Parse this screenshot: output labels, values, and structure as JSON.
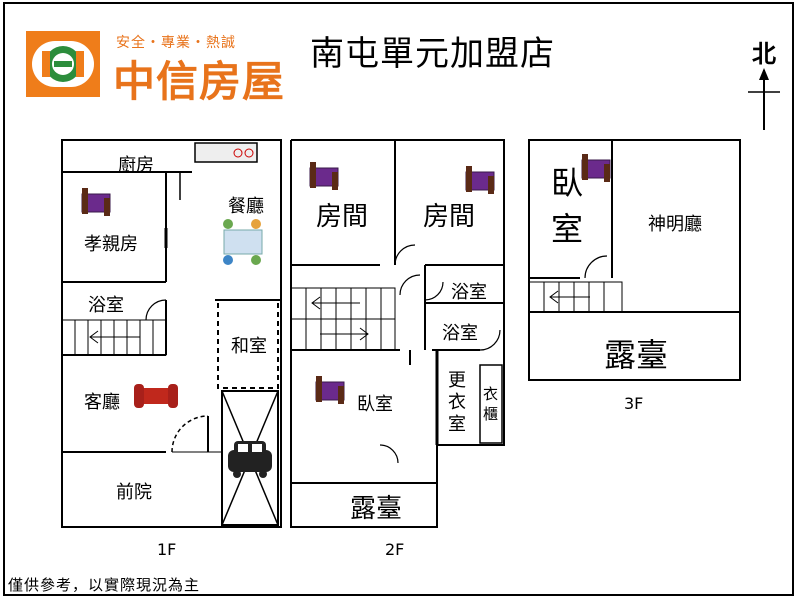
{
  "brand": {
    "slogan": "安全・專業・熱誠",
    "name": "中信房屋"
  },
  "store_name": "南屯單元加盟店",
  "compass": {
    "label": "北"
  },
  "floors": {
    "f1": {
      "label": "1F",
      "rooms": {
        "kitchen": "廚房",
        "dining": "餐廳",
        "parent_room": "孝親房",
        "bathroom": "浴室",
        "japanese_room": "和室",
        "living": "客廳",
        "front_yard": "前院"
      }
    },
    "f2": {
      "label": "2F",
      "rooms": {
        "room_a": "房間",
        "room_b": "房間",
        "bathroom_a": "浴室",
        "bathroom_b": "浴室",
        "bedroom": "臥室",
        "dressing_room": "更衣室",
        "wardrobe": "衣櫃",
        "terrace": "露臺"
      }
    },
    "f3": {
      "label": "3F",
      "rooms": {
        "bedroom": "臥室",
        "shrine_hall": "神明廳",
        "terrace": "露臺"
      }
    }
  },
  "disclaimer": "僅供參考，以實際現況為主",
  "colors": {
    "brand_orange": "#ef7d1a",
    "brand_green": "#2c8d3c",
    "wall": "#000000"
  }
}
